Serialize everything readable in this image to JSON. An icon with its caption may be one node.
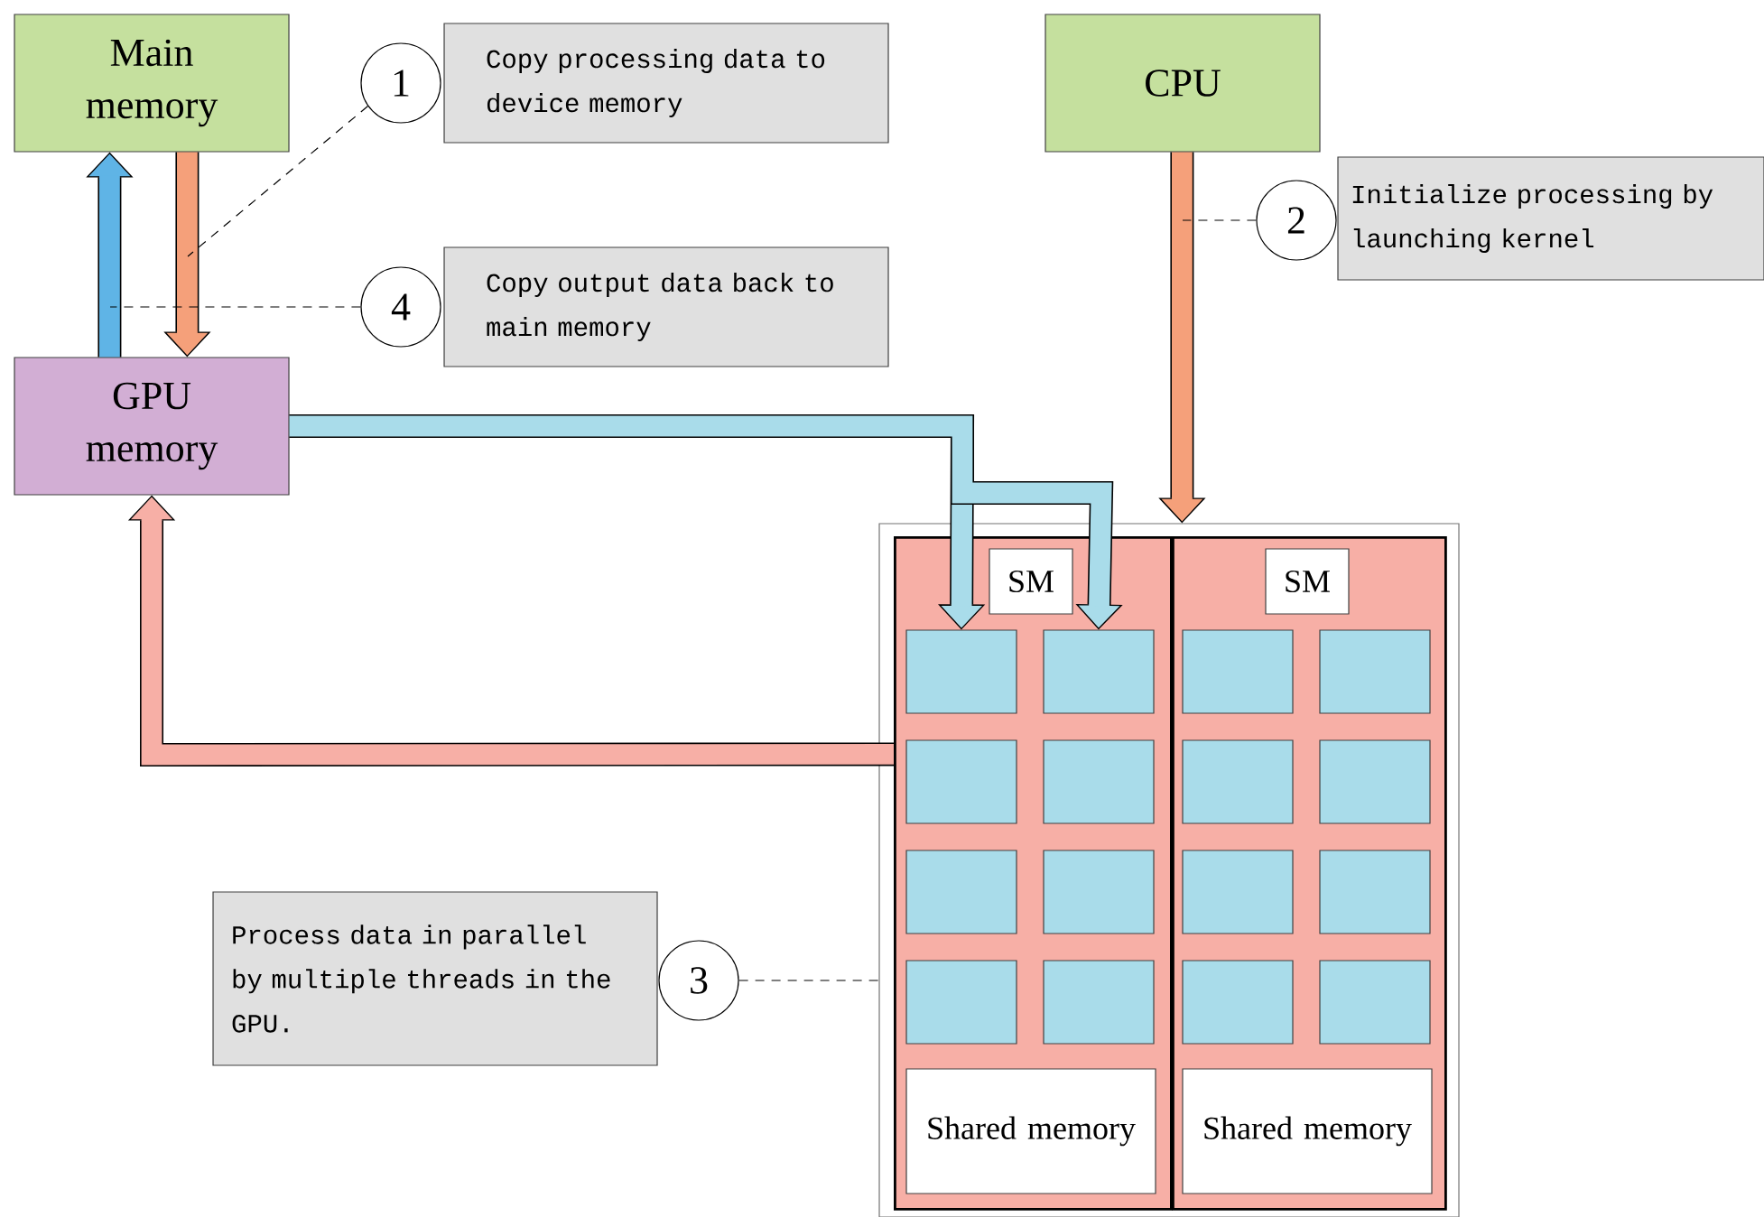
{
  "diagram": {
    "nodes": [
      {
        "text": [
          "Main memory"
        ]
      },
      {
        "text": [
          "1"
        ]
      },
      {
        "text": [
          "Copy processing data to device memory"
        ]
      },
      {
        "text": [
          "CPU"
        ]
      },
      {
        "text": [
          "2"
        ]
      },
      {
        "text": [
          "Initialize processing by launching kernel"
        ]
      },
      {
        "text": [
          "4"
        ]
      },
      {
        "text": [
          "Copy output data back to main memory"
        ]
      },
      {
        "text": [
          "GPU memory"
        ]
      },
      {
        "text": [],
        "shape": "box"
      },
      {
        "text": [],
        "shape": "box",
        "in": 9
      },
      {
        "text": [
          "SM"
        ],
        "in": 10
      },
      {
        "text": [],
        "shape": "box",
        "in": 10
      },
      {
        "text": [],
        "shape": "box",
        "in": 10
      },
      {
        "text": [],
        "shape": "box",
        "in": 10
      },
      {
        "text": [],
        "shape": "box",
        "in": 10
      },
      {
        "text": [],
        "shape": "box",
        "in": 10
      },
      {
        "text": [],
        "shape": "box",
        "in": 10
      },
      {
        "text": [],
        "shape": "box",
        "in": 10
      },
      {
        "text": [],
        "shape": "box",
        "in": 10
      },
      {
        "text": [
          "Shared memory"
        ],
        "in": 10
      },
      {
        "text": [],
        "shape": "box",
        "in": 9
      },
      {
        "text": [
          "SM"
        ],
        "in": 21
      },
      {
        "text": [],
        "shape": "box",
        "in": 21
      },
      {
        "text": [],
        "shape": "box",
        "in": 21
      },
      {
        "text": [],
        "shape": "box",
        "in": 21
      },
      {
        "text": [],
        "shape": "box",
        "in": 21
      },
      {
        "text": [],
        "shape": "box",
        "in": 21
      },
      {
        "text": [],
        "shape": "box",
        "in": 21
      },
      {
        "text": [],
        "shape": "box",
        "in": 21
      },
      {
        "text": [],
        "shape": "box",
        "in": 21
      },
      {
        "text": [
          "Shared memory"
        ],
        "in": 21
      },
      {
        "text": [
          "Process data in parallel by multiple threads in the GPU."
        ]
      },
      {
        "text": [
          "3"
        ]
      }
    ],
    "edges": [
      {
        "from": 0,
        "to": 8,
        "arrow": "to",
        "color": "#f5a07a"
      },
      {
        "from": 8,
        "to": 0,
        "arrow": "to",
        "color": "#5fb4e6"
      },
      {
        "from": 1,
        "to": null,
        "arrow": "none",
        "style": "dashed"
      },
      {
        "from": 6,
        "to": null,
        "arrow": "none",
        "style": "dashed"
      },
      {
        "from": 3,
        "to": 9,
        "arrow": "to",
        "color": "#f5a07a"
      },
      {
        "from": 4,
        "to": null,
        "arrow": "none",
        "style": "dashed"
      },
      {
        "from": 8,
        "to": 12,
        "arrow": "to",
        "color": "#a9dcea"
      },
      {
        "from": 8,
        "to": 13,
        "arrow": "to",
        "color": "#a9dcea"
      },
      {
        "from": 10,
        "to": 8,
        "arrow": "to",
        "color": "#f7afa6"
      },
      {
        "from": 33,
        "to": 9,
        "arrow": "none",
        "style": "dashed"
      }
    ]
  }
}
